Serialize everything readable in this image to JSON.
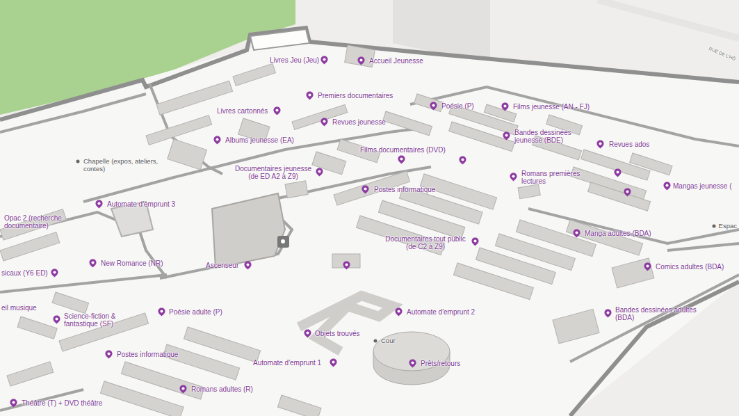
{
  "diagram": {
    "labels": [
      "RUE DE L'HÔ",
      "Livres Jeu (Jeu)",
      "Accueil Jeunesse",
      "Premiers documentaires",
      "Poésie (P)",
      "Films jeunesse (AN - FJ)",
      "Livres cartonnés",
      "Revues jeunesse",
      "Bandes dessinées jeunesse (BDE)",
      "Albums jeunesse (EA)",
      "Revues ados",
      "Films documentaires (DVD)",
      "Chapelle (expos, ateliers, contes)",
      "Documentaires jeunesse (de ED A2 à Z9)",
      "Romans premières lectures",
      "Mangas jeunesse (",
      "Postes informatique",
      "Automate d'emprunt 3",
      "Espac",
      "Opac 2 (recherche documentaire)",
      "Documentaires tout public (de C2 à Z9)",
      "Manga adultes (BDA)",
      "New Romance (NR)",
      "Ascenseur",
      "sicaux (Y6 ED)",
      "Comics adultes (BDA)",
      "eil musique",
      "Poésie adulte (P)",
      "Automate d'emprunt 2",
      "Bandes dessinées adultes (BDA)",
      "Science-fiction & fantastique (SF)",
      "Objets trouvés",
      "Cour",
      "Postes informatique",
      "Automate d'emprunt 1",
      "Prêts/retours",
      "Romans adultes (R)",
      "Théâtre (T) + DVD théâtre"
    ]
  }
}
